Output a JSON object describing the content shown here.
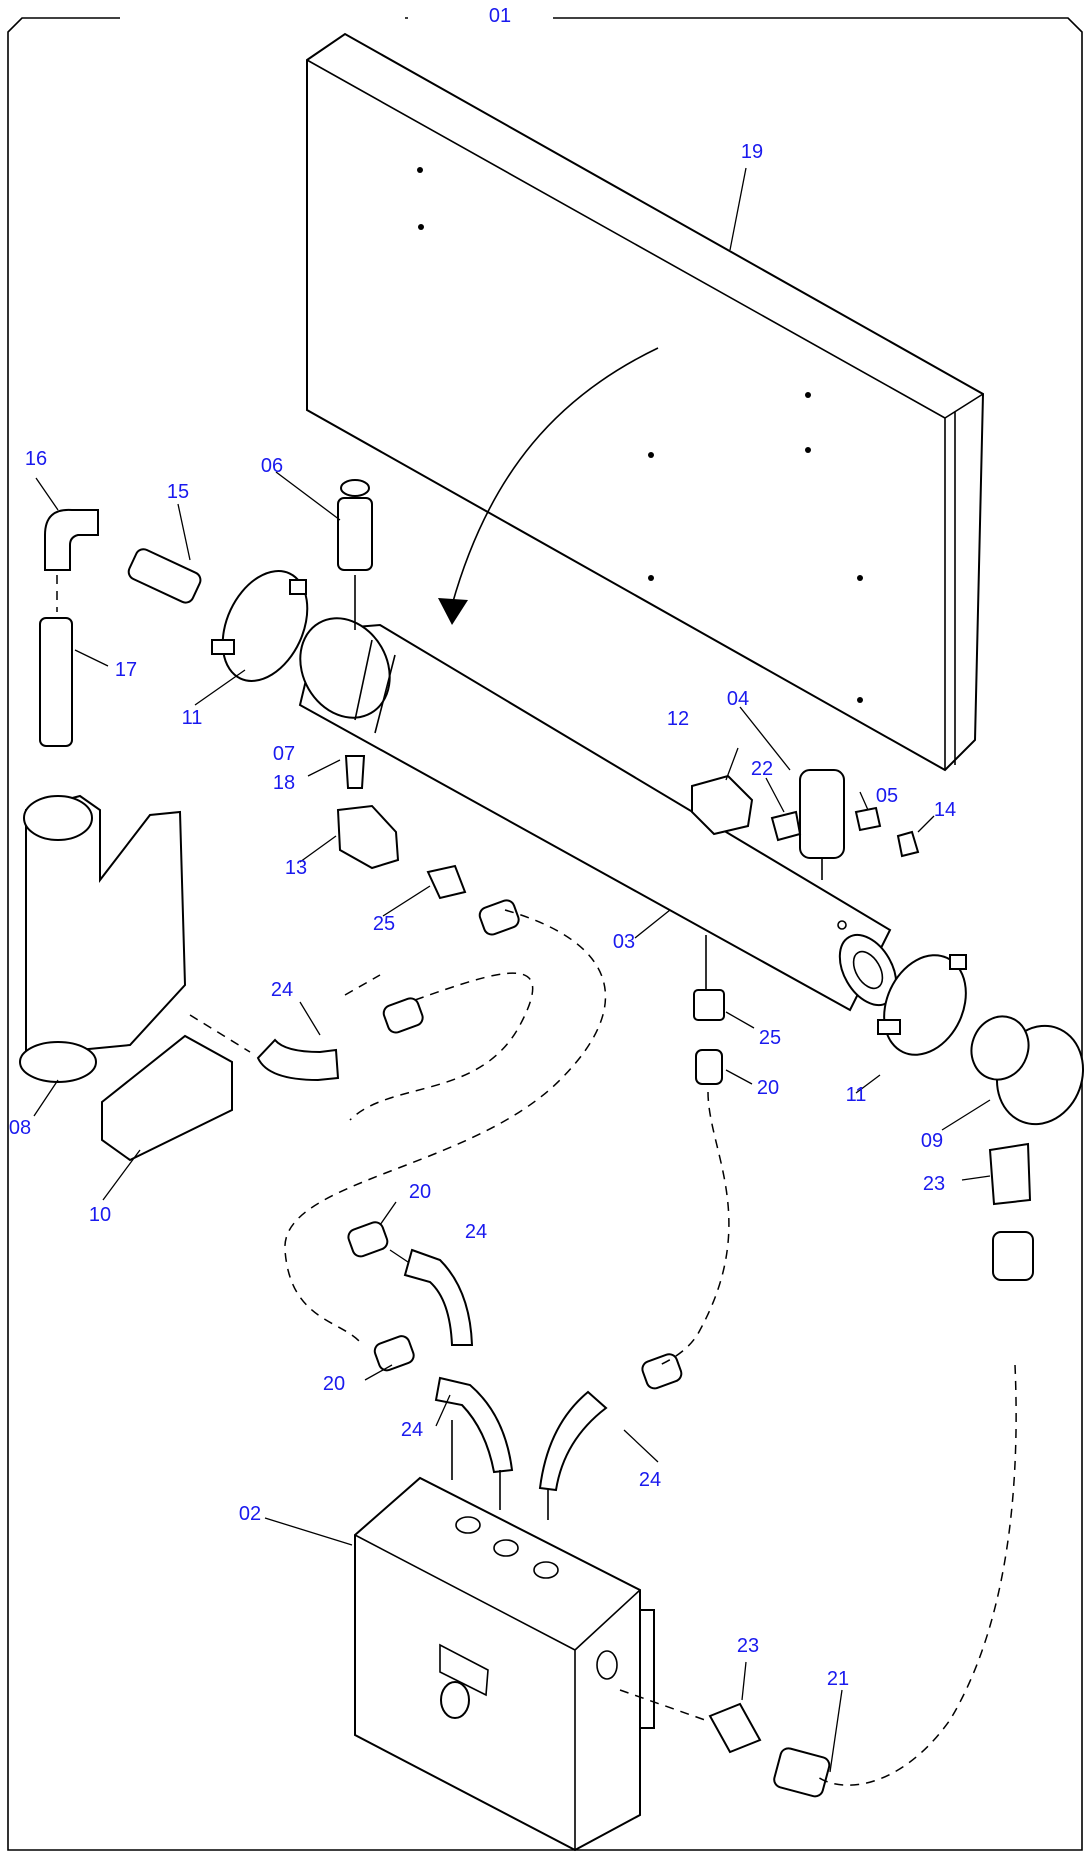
{
  "title_number": "01",
  "parts": {
    "p02": "02",
    "p03": "03",
    "p04": "04",
    "p05": "05",
    "p06": "06",
    "p07": "07",
    "p08": "08",
    "p09": "09",
    "p10": "10",
    "p11a": "11",
    "p11b": "11",
    "p12": "12",
    "p13": "13",
    "p14": "14",
    "p15": "15",
    "p16": "16",
    "p17": "17",
    "p18": "18",
    "p19": "19",
    "p20a": "20",
    "p20b": "20",
    "p20c": "20",
    "p21": "21",
    "p22": "22",
    "p23a": "23",
    "p23b": "23",
    "p24a": "24",
    "p24b": "24",
    "p24c": "24",
    "p24d": "24",
    "p25a": "25",
    "p25b": "25"
  },
  "colors": {
    "label": "#1a1aee",
    "line": "#000000"
  }
}
